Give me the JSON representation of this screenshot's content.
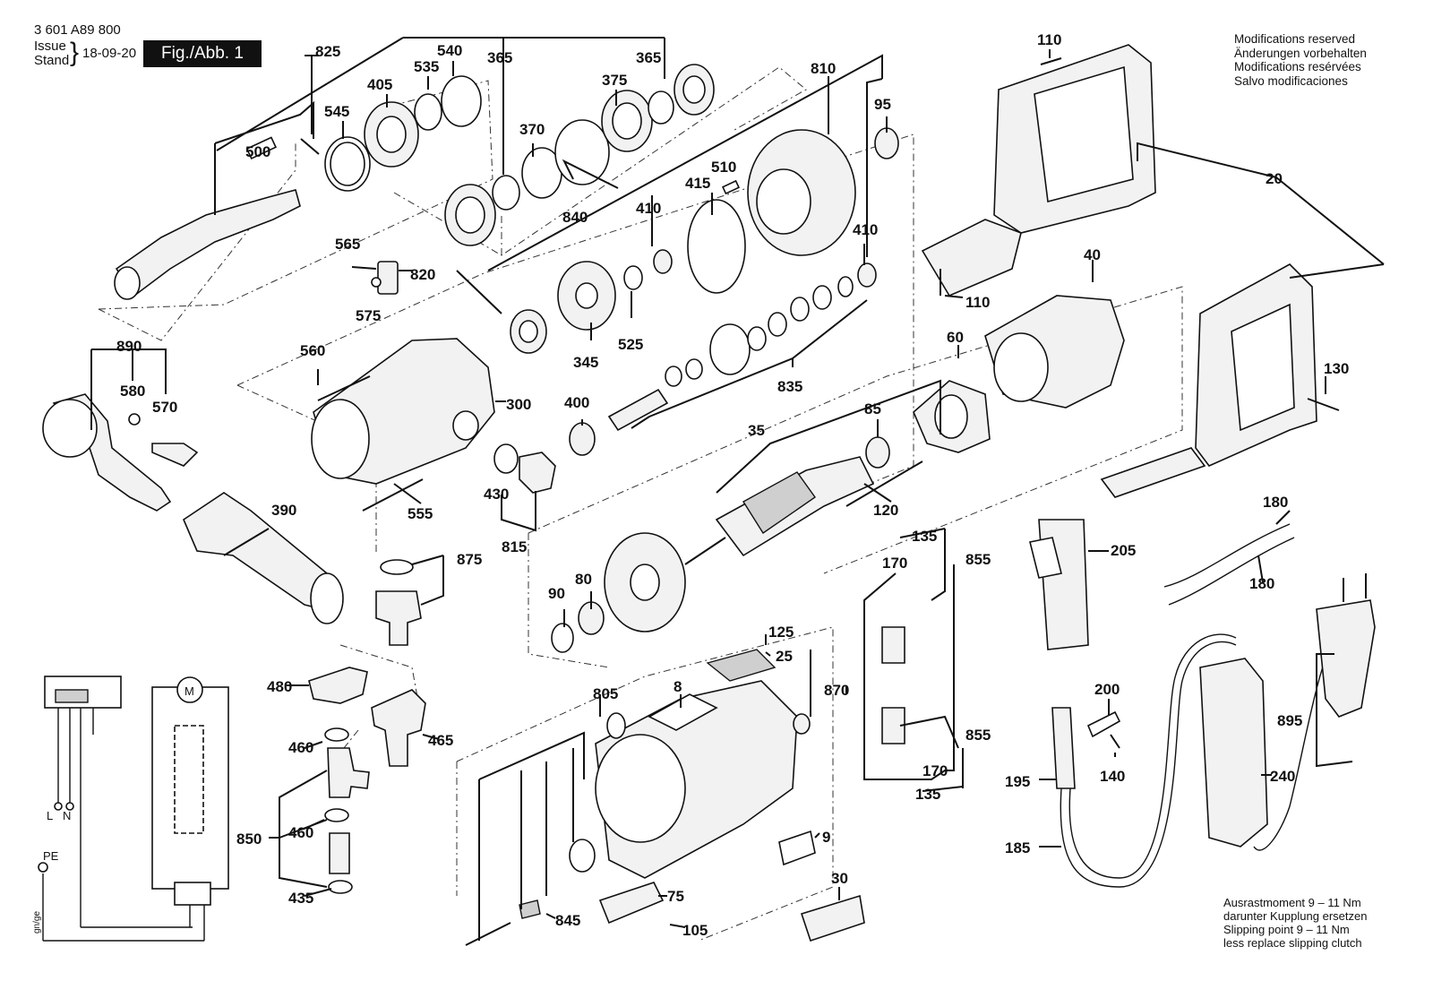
{
  "header": {
    "part_number": "3 601 A89 800",
    "issue_label": "Issue",
    "stand_label": "Stand",
    "date": "18-09-20",
    "figure": "Fig./Abb. 1"
  },
  "notes_top_right": [
    "Modifications reserved",
    "Änderungen vorbehalten",
    "Modifications resérvées",
    "Salvo modificaciones"
  ],
  "notes_bottom_right": [
    "Ausrastmoment 9 – 11 Nm",
    "darunter Kupplung ersetzen",
    "Slipping point 9 – 11 Nm",
    "less replace slipping clutch"
  ],
  "wiring": {
    "motor_symbol": "M",
    "terminal_l": "L",
    "terminal_n": "N",
    "terminal_pe": "PE",
    "wire_color": "gn/ge"
  },
  "parts": [
    "825",
    "540",
    "365",
    "365",
    "375",
    "405",
    "535",
    "545",
    "500",
    "370",
    "810",
    "95",
    "510",
    "415",
    "410",
    "410",
    "840",
    "565",
    "820",
    "575",
    "345",
    "525",
    "560",
    "300",
    "400",
    "835",
    "60",
    "40",
    "20",
    "110",
    "110",
    "130",
    "890",
    "580",
    "570",
    "390",
    "555",
    "430",
    "815",
    "875",
    "85",
    "35",
    "120",
    "90",
    "80",
    "135",
    "170",
    "855",
    "205",
    "180",
    "180",
    "125",
    "25",
    "480",
    "805",
    "8",
    "870",
    "460",
    "465",
    "850",
    "460",
    "435",
    "845",
    "75",
    "105",
    "9",
    "30",
    "855",
    "170",
    "135",
    "200",
    "140",
    "195",
    "240",
    "895",
    "185"
  ]
}
